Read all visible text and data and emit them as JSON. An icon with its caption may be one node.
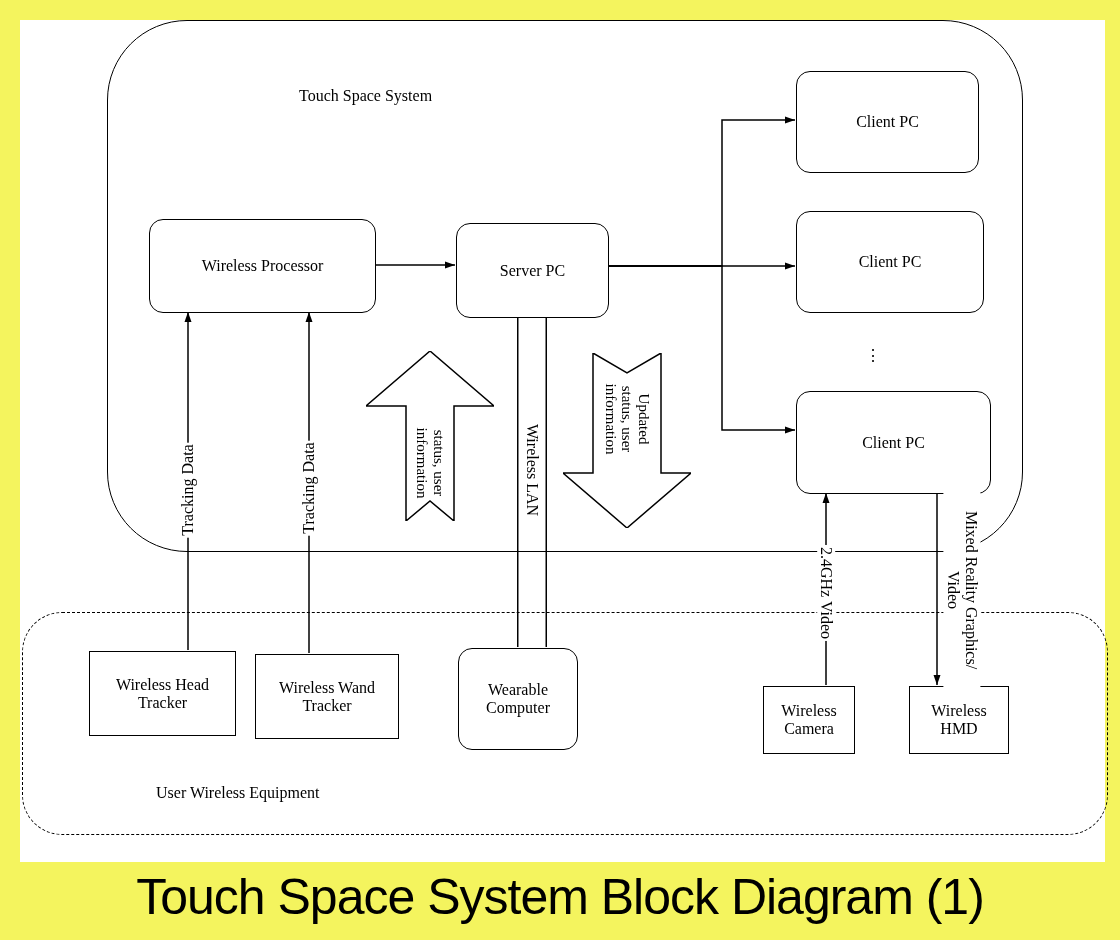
{
  "diagram": {
    "title": "Touch Space System Block Diagram (1)",
    "nodes": [
      {
        "text": [
          "Touch Space System"
        ]
      },
      {
        "text": [
          "Wireless Processor"
        ],
        "in": 0
      },
      {
        "text": [
          "Server PC"
        ],
        "in": 0
      },
      {
        "text": [
          "Client PC"
        ],
        "in": 0
      },
      {
        "text": [
          "Client PC"
        ],
        "in": 0
      },
      {
        "text": [
          "status, user information"
        ],
        "in": 0
      },
      {
        "text": [
          "Updated status, user information"
        ],
        "in": 0
      },
      {
        "text": [
          "Client PC"
        ],
        "in": 0
      },
      {
        "text": [
          "User Wireless Equipment"
        ]
      },
      {
        "text": [
          "Wireless Head Tracker"
        ],
        "in": 8
      },
      {
        "text": [
          "Wireless Wand Tracker"
        ],
        "in": 8
      },
      {
        "text": [
          "Wearable Computer"
        ],
        "in": 8
      },
      {
        "text": [
          "Wireless Camera"
        ],
        "in": 8
      },
      {
        "text": [
          "Wireless HMD"
        ],
        "in": 8
      }
    ],
    "edges": [
      {
        "from": 1,
        "to": 2,
        "arrow": "to"
      },
      {
        "from": 2,
        "to": 3,
        "arrow": "to"
      },
      {
        "from": 2,
        "to": 4,
        "arrow": "to"
      },
      {
        "from": 2,
        "to": 7,
        "arrow": "to"
      },
      {
        "from": 9,
        "to": 1,
        "arrow": "to",
        "label": "Tracking Data"
      },
      {
        "from": 10,
        "to": 1,
        "arrow": "to",
        "label": "Tracking Data"
      },
      {
        "from": 11,
        "to": 2,
        "arrow": "none",
        "label": "Wireless LAN",
        "style": "thick"
      },
      {
        "from": 12,
        "to": 7,
        "arrow": "to",
        "label": "2.4GHz Video"
      },
      {
        "from": 7,
        "to": 13,
        "arrow": "to",
        "label": "Mixed Reality Graphics/ Video"
      }
    ],
    "labels": [
      "⋮"
    ]
  }
}
